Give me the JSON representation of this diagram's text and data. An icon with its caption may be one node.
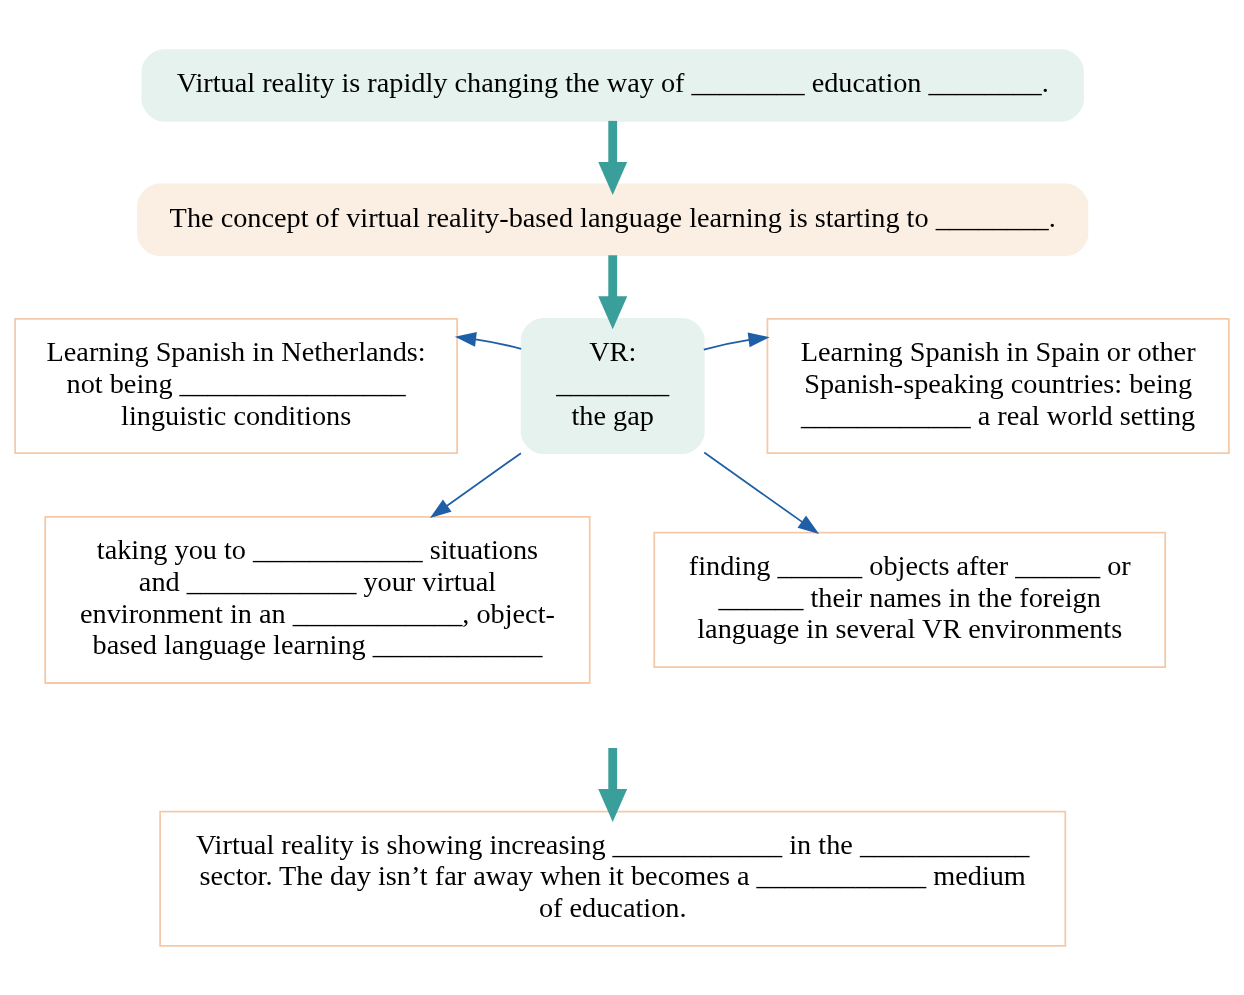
{
  "diagram": {
    "nodes": [
      {
        "text": [
          "Virtual reality is rapidly changing the way of ________ education ________."
        ]
      },
      {
        "text": [
          "The concept of virtual reality-based language learning is starting to ________."
        ]
      },
      {
        "text": [
          "VR: ________ the gap"
        ]
      },
      {
        "text": [
          "Learning Spanish in Netherlands: not being ________________ linguistic conditions"
        ]
      },
      {
        "text": [
          "Learning Spanish in Spain or other Spanish-speaking countries: being ____________ a real world setting"
        ]
      },
      {
        "text": [
          "taking you to ____________ situations and ____________ your virtual environment in an ____________, object-based language learning ____________"
        ]
      },
      {
        "text": [
          "finding ______ objects after ______ or ______ their names in the foreign language in several VR environments"
        ]
      },
      {
        "text": [
          "Virtual reality is showing increasing ____________ in the ____________ sector. The day isn’t far away when it becomes a ____________ medium of education."
        ]
      }
    ],
    "edges": [
      {
        "from": 0,
        "to": 1,
        "arrow": "to",
        "style": "thick",
        "color": "#3a9e9a"
      },
      {
        "from": 1,
        "to": 2,
        "arrow": "to",
        "style": "thick",
        "color": "#3a9e9a"
      },
      {
        "from": 2,
        "to": 3,
        "arrow": "to"
      },
      {
        "from": 2,
        "to": 4,
        "arrow": "to"
      },
      {
        "from": 2,
        "to": 5,
        "arrow": "to"
      },
      {
        "from": 2,
        "to": 6,
        "arrow": "to"
      },
      {
        "from": null,
        "to": 7,
        "arrow": "to",
        "style": "thick",
        "color": "#3a9e9a"
      }
    ]
  }
}
